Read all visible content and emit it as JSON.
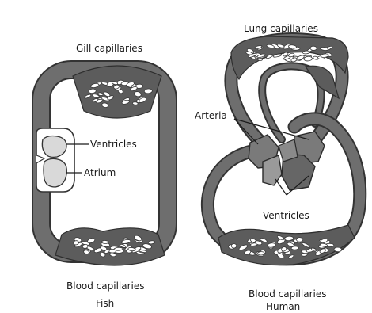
{
  "fish": {
    "top_label": "Gill capillaries",
    "ventricles_label": "Ventricles",
    "atrium_label": "Atrium",
    "bottom_label": "Blood capillaries",
    "caption": "Fish"
  },
  "human": {
    "top_label": "Lung capillaries",
    "arteria_label": "Arteria",
    "ventricles_label": "Ventricles",
    "bottom_label": "Blood capillaries",
    "caption": "Human"
  }
}
